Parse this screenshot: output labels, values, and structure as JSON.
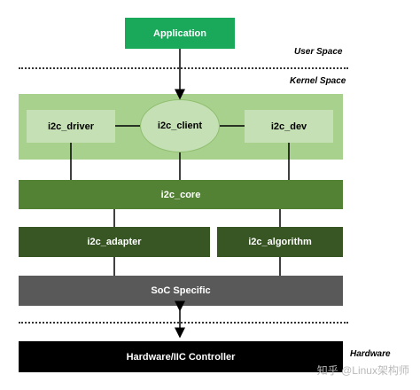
{
  "diagram": {
    "application": "Application",
    "user_space": "User Space",
    "kernel_space": "Kernel Space",
    "hardware_label": "Hardware",
    "i2c_driver": "i2c_driver",
    "i2c_client": "i2c_client",
    "i2c_dev": "i2c_dev",
    "i2c_core": "i2c_core",
    "i2c_adapter": "i2c_adapter",
    "i2c_algorithm": "i2c_algorithm",
    "soc_specific": "SoC Specific",
    "controller": "Hardware/IIC Controller",
    "watermark": "知乎 @Linux架构师"
  },
  "colors": {
    "application": "#1aa85a",
    "kernel_panel": "#a9d18e",
    "light_box": "#c5e0b4",
    "core": "#548235",
    "dark_green": "#375623",
    "soc": "#595959",
    "controller": "#000000"
  }
}
